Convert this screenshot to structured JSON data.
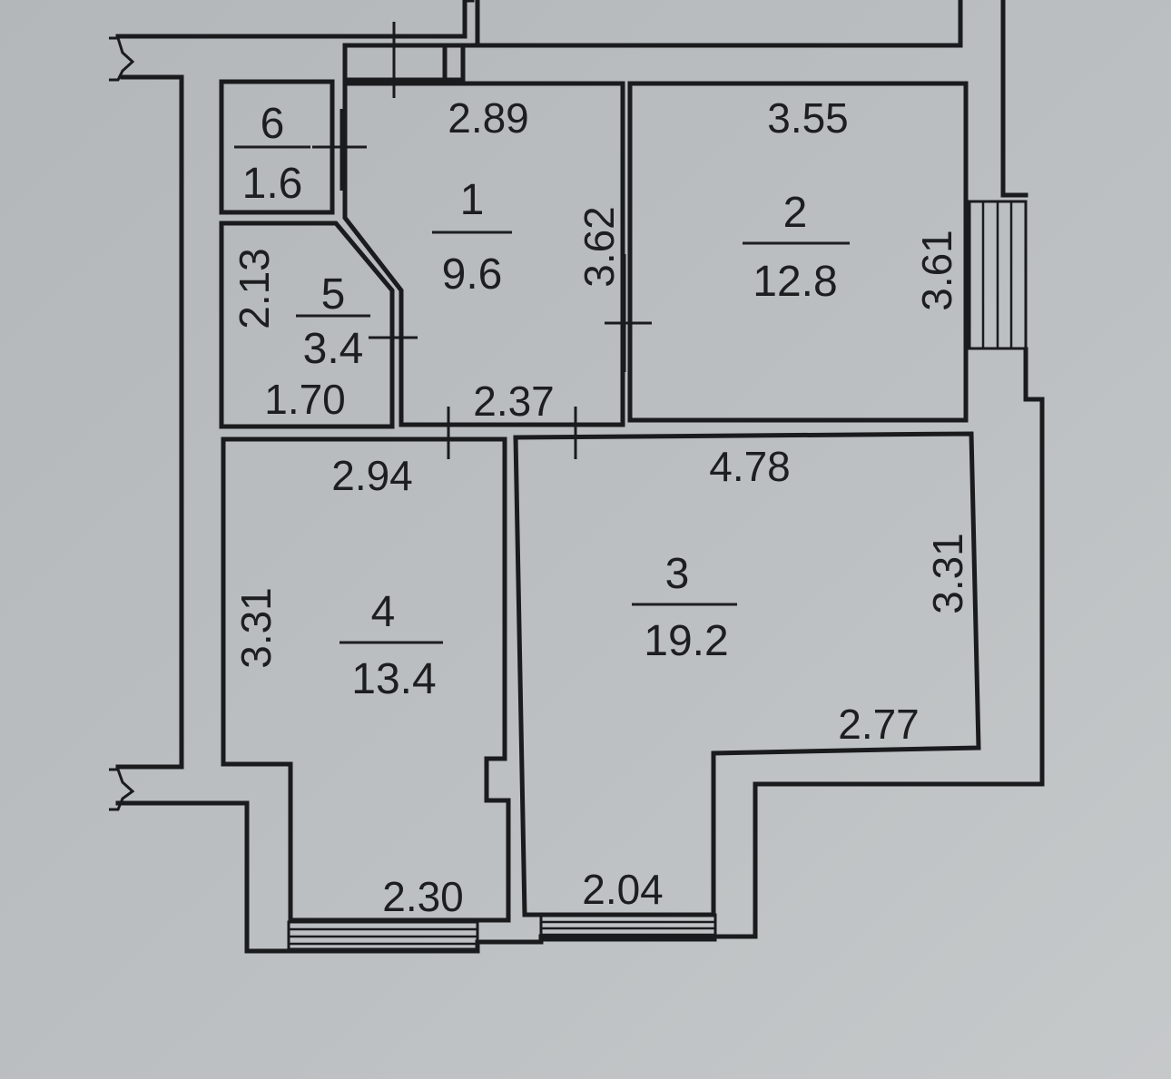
{
  "colors": {
    "paper": "#b8bcbf",
    "paper_light": "#c3c7c9",
    "ink": "#1a1b1d"
  },
  "rooms": [
    {
      "id": "room-1",
      "number": "1",
      "area": "9.6"
    },
    {
      "id": "room-2",
      "number": "2",
      "area": "12.8"
    },
    {
      "id": "room-3",
      "number": "3",
      "area": "19.2"
    },
    {
      "id": "room-4",
      "number": "4",
      "area": "13.4"
    },
    {
      "id": "room-5",
      "number": "5",
      "area": "3.4"
    },
    {
      "id": "room-6",
      "number": "6",
      "area": "1.6"
    }
  ],
  "dimensions": {
    "room1_width": "2.89",
    "room1_height": "3.62",
    "room1_bottom": "2.37",
    "room2_width": "3.55",
    "room2_height": "3.61",
    "room3_width": "4.78",
    "room3_height": "3.31",
    "room3_inner": "2.77",
    "room3_bottom": "2.04",
    "room4_width": "2.94",
    "room4_height": "3.31",
    "room4_bottom": "2.30",
    "room5_height": "2.13",
    "room5_width": "1.70"
  }
}
